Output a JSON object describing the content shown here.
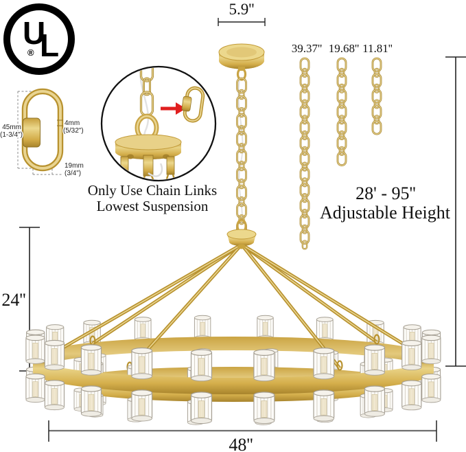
{
  "product_diagram": {
    "ul_mark": {
      "letters": "UL",
      "registered_symbol": "®"
    },
    "canopy_width_label": "5.9''",
    "hanging_chains": [
      {
        "length_label": "39.37''"
      },
      {
        "length_label": "19.68''"
      },
      {
        "length_label": "11.81''"
      }
    ],
    "adjustable_height": {
      "range_label": "28' - 95''",
      "caption": "Adjustable Height"
    },
    "fixture_height_label": "24''",
    "fixture_width_label": "48''",
    "inset_note": {
      "line1": "Only Use Chain Links",
      "line2": "Lowest Suspension"
    },
    "quick_link_dimensions": {
      "length_metric": "45mm",
      "length_imperial": "(1-3/4\")",
      "wire_metric": "4mm",
      "wire_imperial": "(5/32\")",
      "opening_metric": "19mm",
      "opening_imperial": "(3/4\")"
    },
    "colors": {
      "gold": "#d3ac4b",
      "gold_light": "#ecd88d",
      "gold_dark": "#aa862d",
      "crystal_outline": "#a49e92",
      "arrow_red": "#e01f1f",
      "text": "#111111",
      "dim_line": "#333333"
    }
  }
}
